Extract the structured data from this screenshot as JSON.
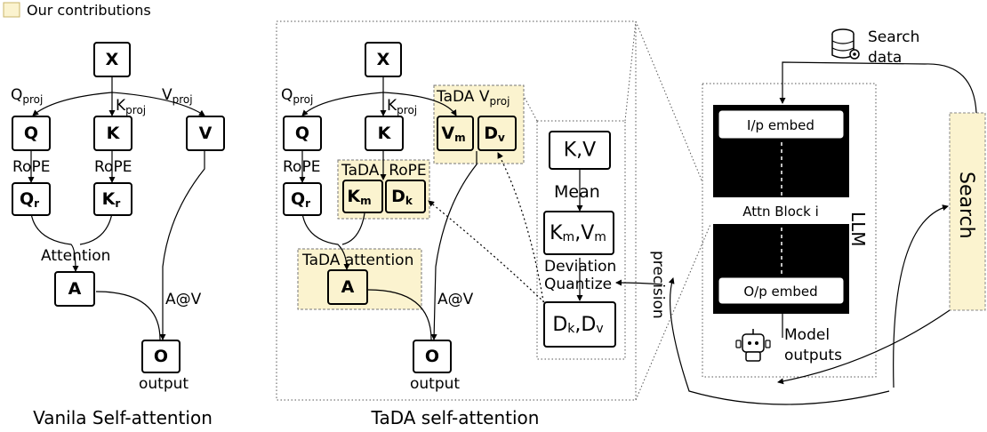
{
  "legend": {
    "label": "Our contributions",
    "color": "#fbf3cf"
  },
  "vanilla": {
    "x": "X",
    "qproj": "Q",
    "kproj": "K",
    "vproj": "V",
    "proj_sub": "proj",
    "q": "Q",
    "k": "K",
    "v": "V",
    "rope_q": "RoPE",
    "rope_k": "RoPE",
    "qr": "Q",
    "kr": "K",
    "r_sub": "r",
    "attention": "Attention",
    "a": "A",
    "av": "A@V",
    "o": "O",
    "output": "output",
    "caption": "Vanila Self-attention"
  },
  "tada": {
    "x": "X",
    "qproj": "Q",
    "kproj": "K",
    "proj_sub": "proj",
    "q": "Q",
    "k": "K",
    "rope_q": "RoPE",
    "qr": "Q",
    "r_sub": "r",
    "tada_rope": "TaDA  RoPE",
    "km": "K",
    "m_sub": "m",
    "dk": "D",
    "k_sub": "k",
    "tada_vproj": "TaDA V",
    "vm": "V",
    "dv": "D",
    "v_sub": "v",
    "tada_attention": "TaDA attention",
    "a": "A",
    "av": "A@V",
    "o": "O",
    "output": "output",
    "caption": "TaDA self-attention"
  },
  "quant": {
    "kv": "K,V",
    "mean": "Mean",
    "kmvm_k": "K",
    "kmvm_v": "V",
    "m_sub": "m",
    "deviation": "Deviation",
    "quantize": "Quantize",
    "dkdv_k": "D",
    "dkdv_v": "D",
    "k_sub": "k",
    "v_sub": "v",
    "precision": "precision"
  },
  "llm": {
    "label": "LLM",
    "ip_embed": "I/p embed",
    "attn_block": "Attn Block i",
    "op_embed": "O/p embed",
    "search_data": [
      "Search",
      "data"
    ],
    "model_outputs": [
      "Model",
      "outputs"
    ],
    "search": "Search"
  }
}
